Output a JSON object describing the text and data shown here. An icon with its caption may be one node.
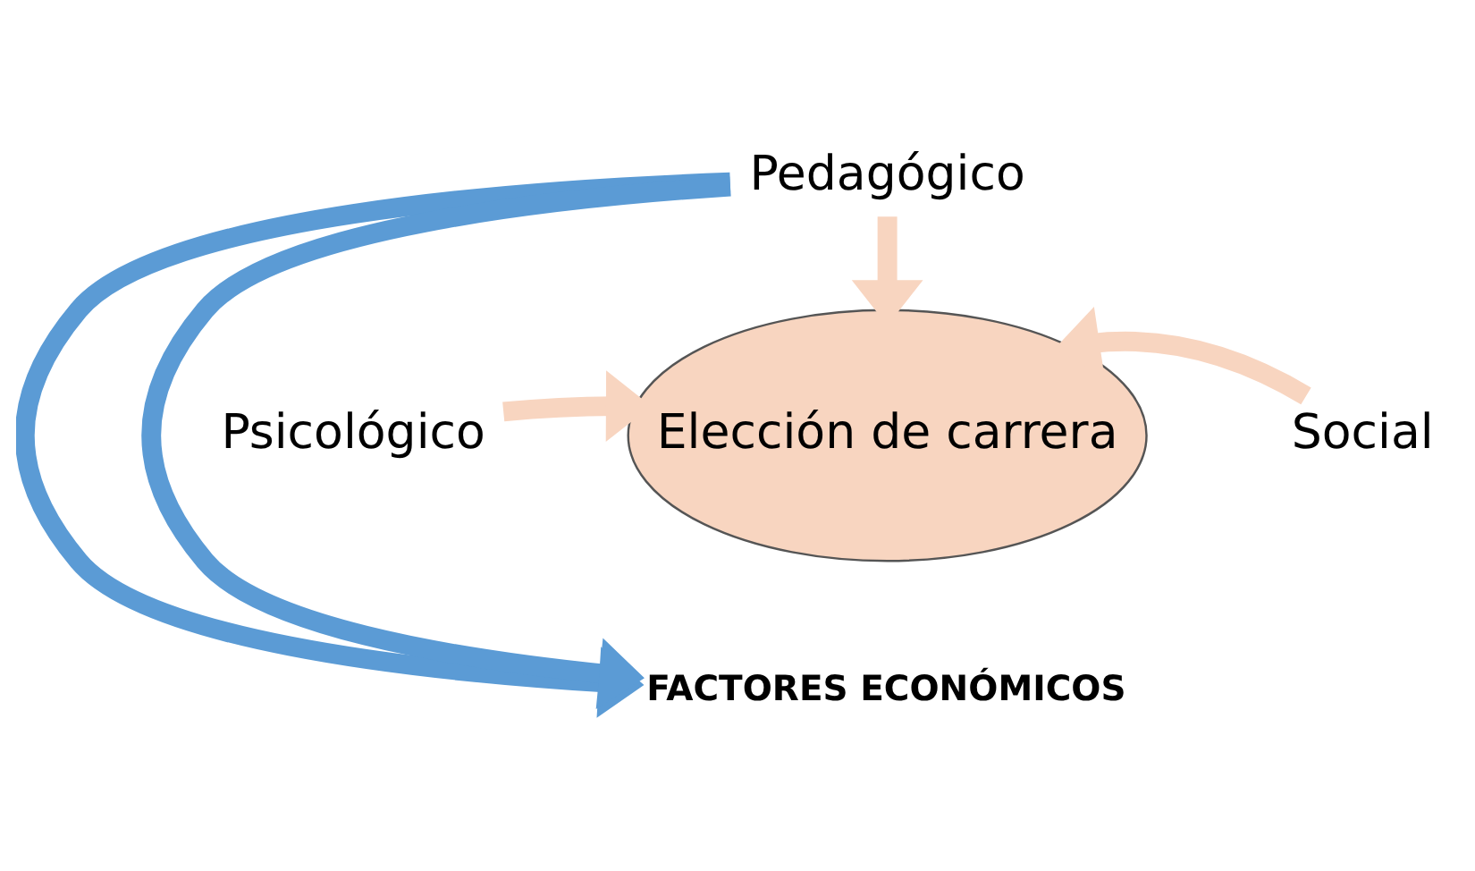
{
  "diagram": {
    "nodes": [
      {
        "text": [
          "Pedagógico"
        ]
      },
      {
        "text": [
          "Psicológico"
        ]
      },
      {
        "text": [
          "Social"
        ]
      },
      {
        "text": [
          "Elección de carrera"
        ]
      },
      {
        "text": [
          "FACTORES ECONÓMICOS"
        ]
      }
    ],
    "edges": [
      {
        "from": 0,
        "to": 3,
        "arrow": "to"
      },
      {
        "from": 1,
        "to": 3,
        "arrow": "to"
      },
      {
        "from": 2,
        "to": 3,
        "arrow": "to"
      },
      {
        "from": 0,
        "to": 4,
        "arrow": "to",
        "color": "#5b9bd5"
      },
      {
        "from": 0,
        "to": 4,
        "arrow": "to",
        "color": "#5b9bd5"
      }
    ]
  }
}
